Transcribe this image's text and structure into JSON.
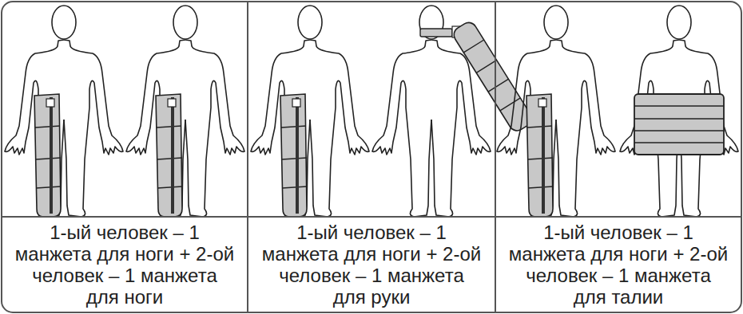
{
  "diagram": {
    "nodes": [
      {
        "text": [
          "1-ый человек – 1 манжета для ноги + 2-ой человек – 1 манжета для ноги"
        ]
      },
      {
        "text": [
          "1-ый человек – 1 манжета для ноги + 2-ой человек – 1 манжета для руки"
        ]
      },
      {
        "text": [
          "1-ый человек – 1 манжета для ноги + 2-ой человек – 1 манжета для талии"
        ]
      }
    ]
  }
}
